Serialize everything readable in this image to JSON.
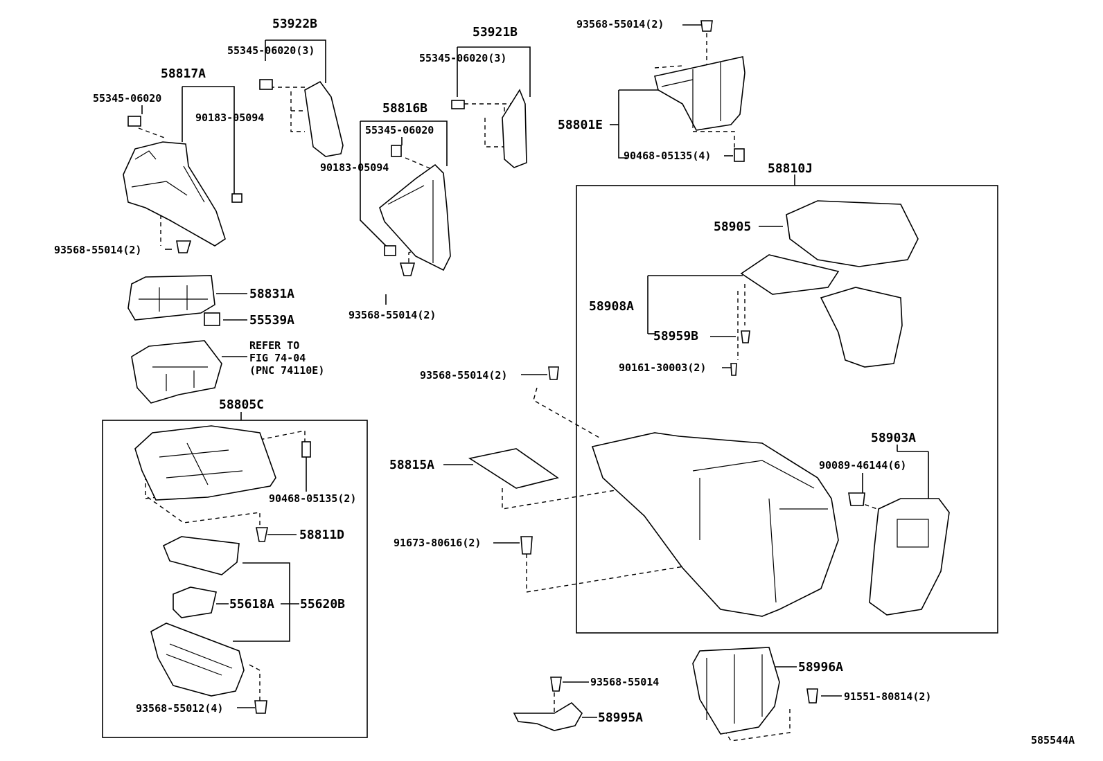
{
  "callouts": {
    "c53922B": "53922B",
    "c55345_06020_3a": "55345-06020(3)",
    "c58817A": "58817A",
    "c55345_06020a": "55345-06020",
    "c90183_05094a": "90183-05094",
    "c93568_55014_2a": "93568-55014(2)",
    "c53921B": "53921B",
    "c55345_06020_3b": "55345-06020(3)",
    "c58816B": "58816B",
    "c55345_06020b": "55345-06020",
    "c90183_05094b": "90183-05094",
    "c93568_55014_2b": "93568-55014(2)",
    "c93568_55014_2top": "93568-55014(2)",
    "c58801E": "58801E",
    "c90468_05135_4": "90468-05135(4)",
    "c58810J": "58810J",
    "c58905": "58905",
    "c58908A": "58908A",
    "c58959B": "58959B",
    "c90161_30003_2": "90161-30003(2)",
    "c58831A": "58831A",
    "c55539A": "55539A",
    "refer1": "REFER TO",
    "refer2": "FIG 74-04",
    "refer3": "(PNC 74110E)",
    "c58805C": "58805C",
    "c93568_55014_2mid": "93568-55014(2)",
    "c58815A": "58815A",
    "c58903A": "58903A",
    "c90089_46144_6": "90089-46144(6)",
    "c90468_05135_2": "90468-05135(2)",
    "c58811D": "58811D",
    "c91673_80616_2": "91673-80616(2)",
    "c55618A": "55618A",
    "c55620B": "55620B",
    "c93568_55012_4": "93568-55012(4)",
    "c93568_55014": "93568-55014",
    "c58995A": "58995A",
    "c58996A": "58996A",
    "c91551_80814_2": "91551-80814(2)",
    "figure_id": "585544A"
  }
}
